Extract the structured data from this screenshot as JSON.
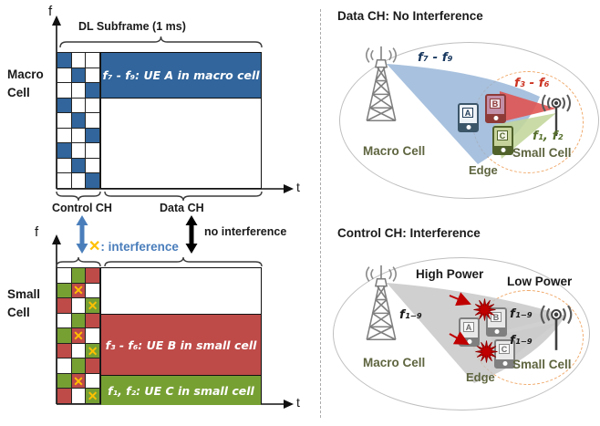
{
  "colors": {
    "macro_blue": "#31659B",
    "ue_b_red": "#BE4B48",
    "ue_c_green": "#77A033",
    "interference_x": "#FFC000",
    "legend_arrow_blue": "#4A7EBB",
    "olive_label": "#5E653F",
    "beam_blue": "#95B3D7",
    "beam_red": "#E0514F",
    "beam_green": "#C3D69B",
    "beam_gray": "#C4C4C4",
    "starburst_red": "#C00000",
    "small_cell_dashed_orange": "#F0A868"
  },
  "left": {
    "macro": {
      "axis_f": "f",
      "axis_t": "t",
      "row_label": "Macro\nCell",
      "subframe_label": "DL Subframe (1 ms)",
      "control_label": "Control CH",
      "data_label": "Data CH",
      "data_band_label": "f₇ - f₉: UE A in macro cell",
      "control_grid": [
        [
          "b",
          "w",
          "w"
        ],
        [
          "w",
          "b",
          "w"
        ],
        [
          "w",
          "w",
          "b"
        ],
        [
          "b",
          "w",
          "w"
        ],
        [
          "w",
          "b",
          "w"
        ],
        [
          "w",
          "w",
          "b"
        ],
        [
          "b",
          "w",
          "w"
        ],
        [
          "w",
          "b",
          "w"
        ],
        [
          "w",
          "w",
          "b"
        ]
      ]
    },
    "legend": {
      "x_symbol": "✕",
      "interference_label": ": interference",
      "no_interference_label": "no interference"
    },
    "small": {
      "axis_f": "f",
      "axis_t": "t",
      "row_label": "Small\nCell",
      "ue_b_band_label": "f₃ - f₆: UE B in small cell",
      "ue_c_band_label": "f₁, f₂: UE C in small cell",
      "control_grid": [
        [
          "w",
          "g",
          "r"
        ],
        [
          "g",
          "rx",
          "w"
        ],
        [
          "r",
          "w",
          "gx"
        ],
        [
          "w",
          "g",
          "r"
        ],
        [
          "g",
          "rx",
          "w"
        ],
        [
          "r",
          "w",
          "gx"
        ],
        [
          "w",
          "g",
          "r"
        ],
        [
          "g",
          "rx",
          "w"
        ],
        [
          "r",
          "w",
          "gx"
        ]
      ]
    }
  },
  "right": {
    "top": {
      "title": "Data CH: No Interference",
      "beam_a_label": "f₇ - f₉",
      "beam_b_label": "f₃ - f₆",
      "beam_c_label": "f₁, f₂",
      "macro_cell_label": "Macro Cell",
      "small_cell_label": "Small Cell",
      "edge_label": "Edge",
      "device_a": "A",
      "device_b": "B",
      "device_c": "C"
    },
    "bottom": {
      "title": "Control CH: Interference",
      "high_power_label": "High Power",
      "low_power_label": "Low Power",
      "beam_macro_label": "f₁₋₉",
      "beam_b_label": "f₁₋₉",
      "beam_c_label": "f₁₋₉",
      "macro_cell_label": "Macro Cell",
      "small_cell_label": "Small Cell",
      "edge_label": "Edge",
      "device_a": "A",
      "device_b": "B",
      "device_c": "C"
    }
  }
}
